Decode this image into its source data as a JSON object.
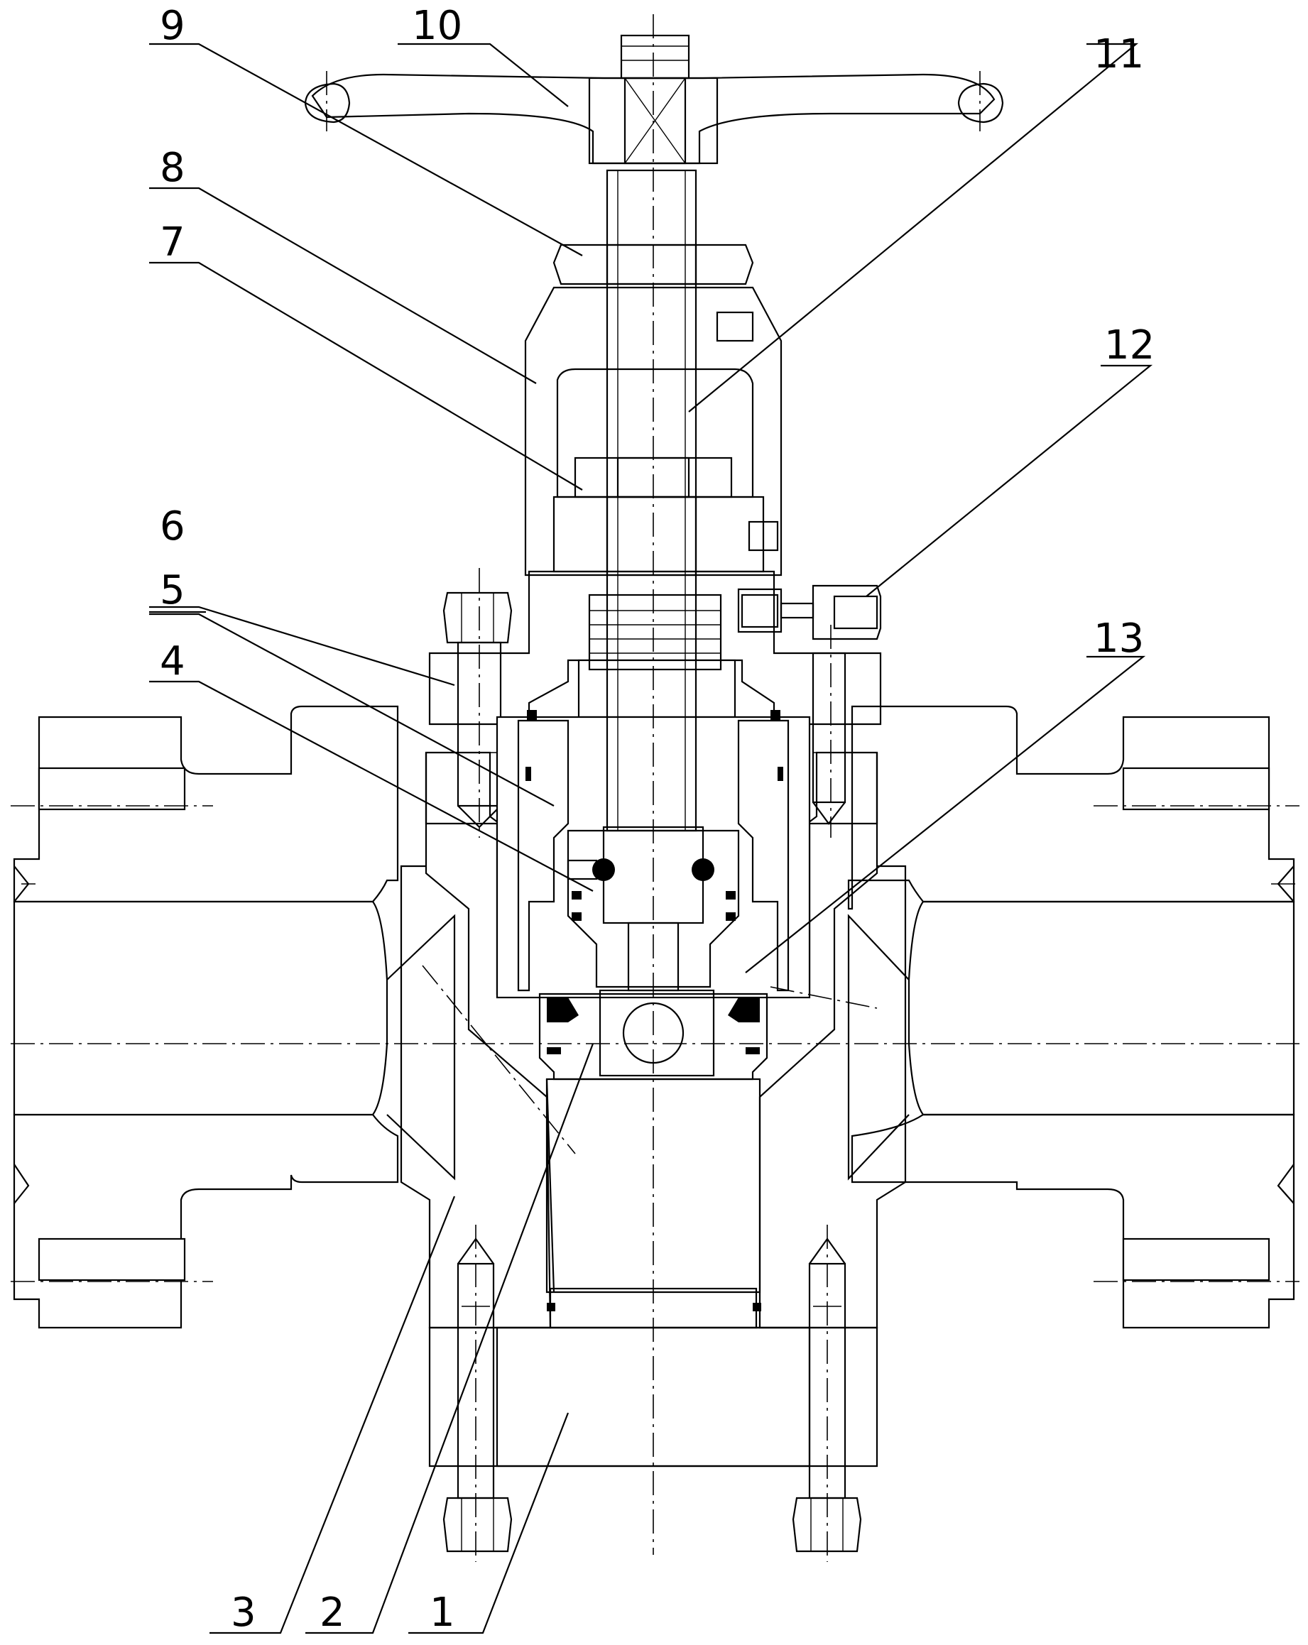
{
  "figure": {
    "callouts": [
      {
        "id": "1",
        "text": "1"
      },
      {
        "id": "2",
        "text": "2"
      },
      {
        "id": "3",
        "text": "3"
      },
      {
        "id": "4",
        "text": "4"
      },
      {
        "id": "5",
        "text": "5"
      },
      {
        "id": "6",
        "text": "6"
      },
      {
        "id": "7",
        "text": "7"
      },
      {
        "id": "8",
        "text": "8"
      },
      {
        "id": "9",
        "text": "9"
      },
      {
        "id": "10",
        "text": "10"
      },
      {
        "id": "11",
        "text": "11"
      },
      {
        "id": "12",
        "text": "12"
      },
      {
        "id": "13",
        "text": "13"
      }
    ],
    "line_color": "#000000",
    "background": "#ffffff"
  }
}
